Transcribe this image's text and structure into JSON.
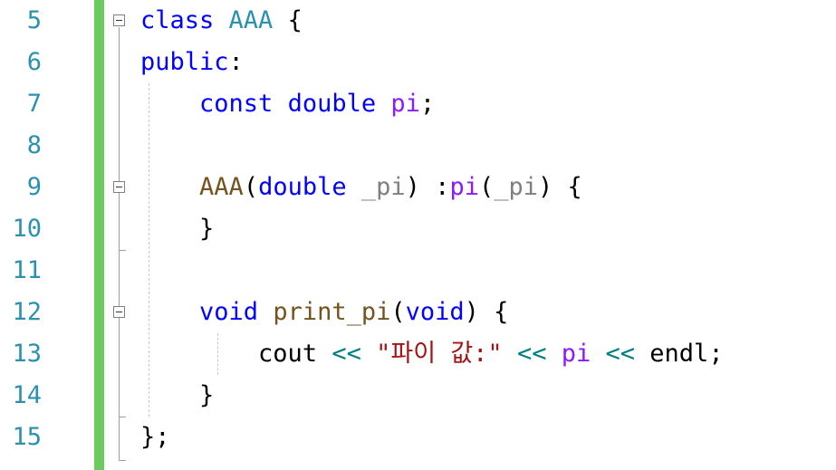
{
  "gutter": {
    "line_numbers": [
      "5",
      "6",
      "7",
      "8",
      "9",
      "10",
      "11",
      "12",
      "13",
      "14",
      "15"
    ]
  },
  "code": {
    "line5": {
      "kw": "class",
      "name": "AAA",
      "rest": " {"
    },
    "line6": {
      "kw": "public",
      "rest": ":"
    },
    "line7": {
      "kw1": "const",
      "kw2": "double",
      "name": "pi",
      "rest": ";"
    },
    "line9": {
      "ctor": "AAA",
      "open": "(",
      "kw": "double",
      "param": "_pi",
      "close": ") :",
      "member": "pi",
      "open2": "(",
      "param2": "_pi",
      "close2": ") {"
    },
    "line10": {
      "text": "}"
    },
    "line12": {
      "kw": "void",
      "fn": "print_pi",
      "open": "(",
      "kw2": "void",
      "close": ") {"
    },
    "line13": {
      "obj": "cout",
      "op1": "<<",
      "str": "\"파이 값:\"",
      "op2": "<<",
      "member": "pi",
      "op3": "<<",
      "endl": "endl",
      "semi": ";"
    },
    "line14": {
      "text": "}"
    },
    "line15": {
      "text": "};"
    }
  },
  "colors": {
    "line_number": "#2b91af",
    "keyword": "#0000ff",
    "type_name": "#2b91af",
    "function": "#74531f",
    "string": "#a31515",
    "operator": "#008080",
    "change_bar": "#6ccb5f"
  }
}
